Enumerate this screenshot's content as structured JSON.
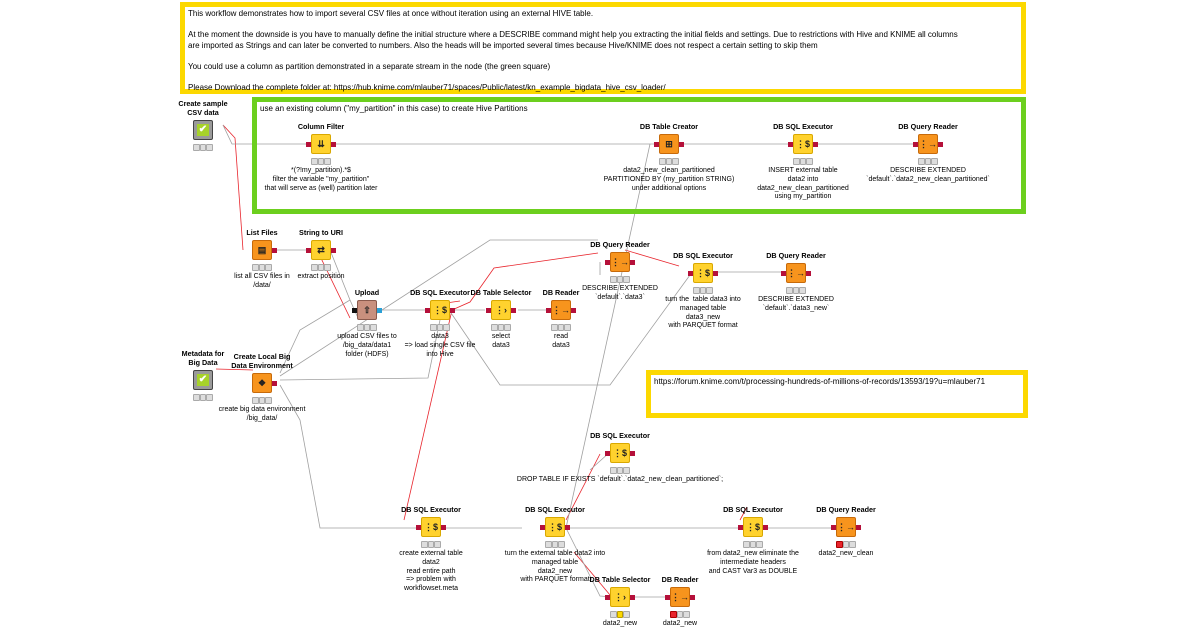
{
  "annotations": {
    "top": "This workflow demonstrates how to import several CSV files at once without iteration using an external HIVE table.\n\nAt the moment the downside is you have to manually define the initial structure where a DESCRIBE command might help you extracting the initial fields and settings. Due to restrictions with Hive and KNIME all columns\nare imported as Strings and can later be converted to numbers. Also the heads will be imported several times because Hive/KNIME does not respect a certain setting to skip them\n\nYou could use a column as partition demonstrated in a separate stream in the node (the green square)\n\nPlease Download the complete folder at: https://hub.knime.com/mlauber71/spaces/Public/latest/kn_example_bigdata_hive_csv_loader/",
    "green": "use an existing column (\"my_partition\" in this case) to create Hive Partitions",
    "forum": "https://forum.knime.com/t/processing-hundreds-of-millions-of-records/13593/19?u=mlauber71"
  },
  "colors": {
    "annotation_yellow": "#fcd800",
    "annotation_green": "#6ccf1e",
    "db_node": "#f7941d",
    "manipulator_node": "#ffd22e",
    "source_node": "#9a9a9a",
    "connector_node": "#c9907e",
    "db_port": "#b5103a",
    "table_port": "#111111",
    "file_port": "#2aa0d6",
    "flow_variable_line": "#e8242c",
    "data_line": "#a0a0a0"
  },
  "nodes": [
    {
      "id": "create-sample-csv",
      "title": "Create sample\nCSV data",
      "label": "",
      "icon": "checkmark-icon",
      "kind": "source",
      "status": "gray"
    },
    {
      "id": "metadata-big-data",
      "title": "Metadata for\nBig Data",
      "label": "",
      "icon": "checkmark-icon",
      "kind": "source",
      "status": "gray"
    },
    {
      "id": "column-filter",
      "title": "Column Filter",
      "label": "*(?!my_partition).*$\nfilter the variable \"my_partition\"\nthat will serve as (well) partition later",
      "icon": "column-filter-icon",
      "kind": "manipulator",
      "status": "gray"
    },
    {
      "id": "db-table-creator",
      "title": "DB Table Creator",
      "label": "data2_new_clean_partitioned\nPARTITIONED BY (my_partition STRING)\nunder additional options",
      "icon": "db-table-creator-icon",
      "kind": "db",
      "status": "gray"
    },
    {
      "id": "db-sql-executor-insert",
      "title": "DB SQL Executor",
      "label": "INSERT external table\ndata2 into\ndata2_new_clean_partitioned\nusing my_partition",
      "icon": "db-sql-icon",
      "kind": "manipulator",
      "status": "gray"
    },
    {
      "id": "db-query-reader-partitioned",
      "title": "DB Query Reader",
      "label": "DESCRIBE EXTENDED\n`default`.`data2_new_clean_partitioned`",
      "icon": "db-query-reader-icon",
      "kind": "db",
      "status": "gray"
    },
    {
      "id": "list-files",
      "title": "List Files",
      "label": "list all CSV files in\n/data/",
      "icon": "list-files-icon",
      "kind": "db",
      "status": "gray"
    },
    {
      "id": "string-to-uri",
      "title": "String to URI",
      "label": "extract position",
      "icon": "string-to-uri-icon",
      "kind": "manipulator",
      "status": "gray"
    },
    {
      "id": "upload",
      "title": "Upload",
      "label": "upload CSV files to\n/big_data/data1\nfolder (HDFS)",
      "icon": "upload-icon",
      "kind": "connector",
      "status": "gray"
    },
    {
      "id": "db-sql-executor-data3",
      "title": "DB SQL Executor",
      "label": "data3\n=> load single CSV file\ninto Hive",
      "icon": "db-sql-icon",
      "kind": "manipulator",
      "status": "gray"
    },
    {
      "id": "db-table-selector-data3",
      "title": "DB Table Selector",
      "label": "select\ndata3",
      "icon": "db-table-selector-icon",
      "kind": "manipulator",
      "status": "gray"
    },
    {
      "id": "db-reader-data3",
      "title": "DB Reader",
      "label": "read\ndata3",
      "icon": "db-reader-icon",
      "kind": "db",
      "status": "gray"
    },
    {
      "id": "db-query-reader-data3",
      "title": "DB Query Reader",
      "label": "DESCRIBE EXTENDED\n`default`.`data3`",
      "icon": "db-query-reader-icon",
      "kind": "db",
      "status": "gray"
    },
    {
      "id": "db-sql-executor-data3-new",
      "title": "DB SQL Executor",
      "label": "turn the  table data3 into\nmanaged table\ndata3_new\nwith PARQUET format",
      "icon": "db-sql-icon",
      "kind": "manipulator",
      "status": "gray"
    },
    {
      "id": "db-query-reader-data3-new",
      "title": "DB Query Reader",
      "label": "DESCRIBE EXTENDED\n`default`.`data3_new`",
      "icon": "db-query-reader-icon",
      "kind": "db",
      "status": "gray"
    },
    {
      "id": "create-local-big-data",
      "title": "Create Local Big\nData Environment",
      "label": "create big data environment\n/big_data/",
      "icon": "big-data-environment-icon",
      "kind": "db",
      "status": "gray"
    },
    {
      "id": "db-sql-executor-drop",
      "title": "DB SQL Executor",
      "label": "DROP TABLE IF EXISTS `default`.`data2_new_clean_partitioned`;",
      "icon": "db-sql-icon",
      "kind": "manipulator",
      "status": "gray"
    },
    {
      "id": "db-sql-executor-external",
      "title": "DB SQL Executor",
      "label": "create external table\ndata2\nread entire path\n=> problem with\nworkflowset.meta",
      "icon": "db-sql-icon",
      "kind": "manipulator",
      "status": "gray"
    },
    {
      "id": "db-sql-executor-data2-new",
      "title": "DB SQL Executor",
      "label": "turn the external table data2 into\nmanaged table\ndata2_new\nwith PARQUET format",
      "icon": "db-sql-icon",
      "kind": "manipulator",
      "status": "gray"
    },
    {
      "id": "db-table-selector-data2-new",
      "title": "DB Table Selector",
      "label": "data2_new",
      "icon": "db-table-selector-icon",
      "kind": "manipulator",
      "status": "yellow"
    },
    {
      "id": "db-reader-data2-new",
      "title": "DB Reader",
      "label": "data2_new",
      "icon": "db-reader-icon",
      "kind": "db",
      "status": "red"
    },
    {
      "id": "db-sql-executor-clean",
      "title": "DB SQL Executor",
      "label": "from data2_new eliminate the\nintermediate headers\nand CAST Var3 as DOUBLE",
      "icon": "db-sql-icon",
      "kind": "manipulator",
      "status": "gray"
    },
    {
      "id": "db-query-reader-clean",
      "title": "DB Query Reader",
      "label": "data2_new_clean",
      "icon": "db-query-reader-icon",
      "kind": "db",
      "status": "red"
    }
  ]
}
